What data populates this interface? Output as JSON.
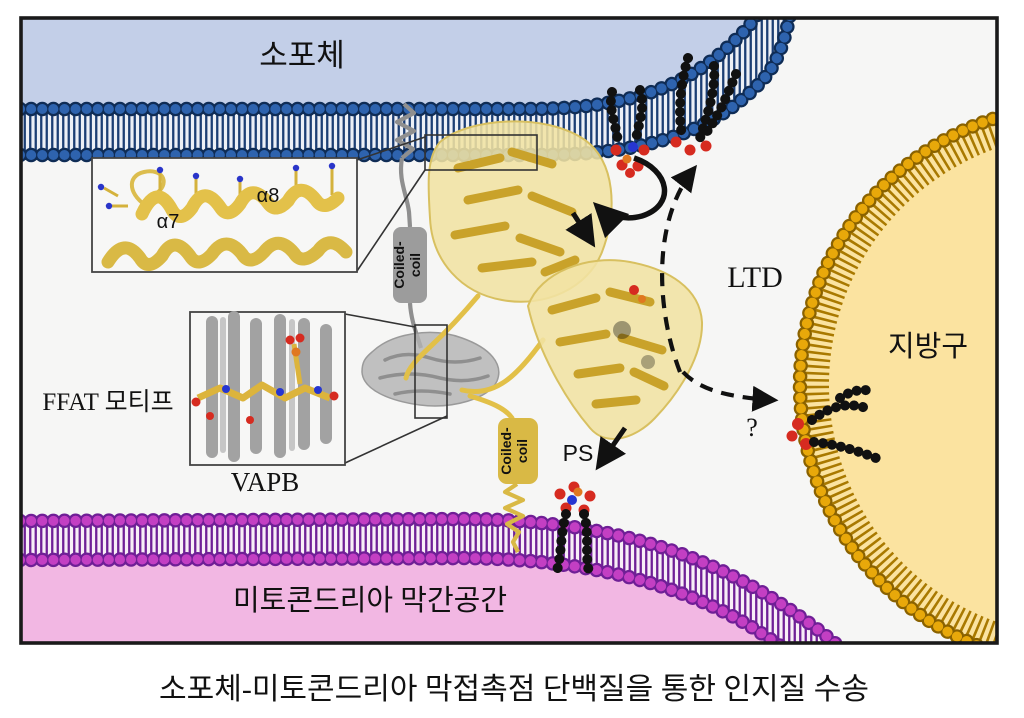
{
  "caption": "소포체-미토콘드리아 막접촉점 단백질을 통한 인지질 수송",
  "labels": {
    "er": "소포체",
    "mito": "미토콘드리아 막간공간",
    "droplet": "지방구",
    "ltd": "LTD",
    "ps": "PS",
    "question": "?",
    "ffat": "FFAT 모티프",
    "vapb": "VAPB",
    "alpha7": "α7",
    "alpha8": "α8"
  },
  "tethers": {
    "er": {
      "line1": "Coiled-",
      "line2": "coil"
    },
    "mito": {
      "line1": "Coiled-",
      "line2": "coil"
    }
  },
  "colors": {
    "background": "#f6f6f5",
    "frame": "#1a1a1a",
    "er_lumen": "#c3cfe8",
    "er_head": "#2e63ae",
    "er_head_outline": "#0f2c55",
    "er_tail": "#1c3e74",
    "mito_lumen": "#f2b7e3",
    "mito_head": "#c33fc3",
    "mito_head_outline": "#6f1f96",
    "droplet_fill": "#fbe3a0",
    "droplet_head": "#e8a80a",
    "droplet_head_outline": "#8a6200",
    "droplet_tail": "#a97900",
    "protein_yellow": "#e3c14a",
    "protein_surface": "#f1e3a3",
    "tether_gray": "#9c9c9c",
    "tether_yellow": "#d9b945",
    "lipid_black": "#111111",
    "lipid_red": "#d62b20",
    "lipid_blue": "#2636d1",
    "lipid_orange": "#e07820"
  }
}
